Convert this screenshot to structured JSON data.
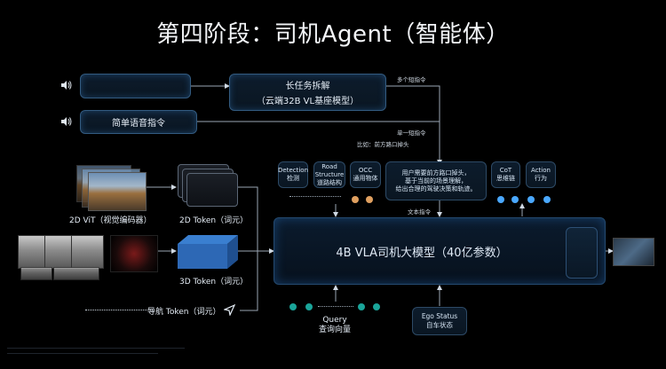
{
  "title": "第四阶段：司机Agent（智能体）",
  "long_task": {
    "line1": "长任务拆解",
    "line2": "（云端32B VL基座模型）"
  },
  "simple_voice": "简单语音指令",
  "arrow_labels": {
    "multi_short": "多个短指令",
    "single_short": "单一短指令",
    "example": "比如：前方路口掉头",
    "text_instruction": "文本指令"
  },
  "feature_boxes": [
    {
      "line1": "Detection",
      "line2": "检测"
    },
    {
      "line1": "Road",
      "line2": "Structure",
      "line3": "道路结构"
    },
    {
      "line1": "OCC",
      "line2": "通用物体"
    }
  ],
  "scene_text": {
    "line1": "用户需要前方路口掉头，",
    "line2": "基于当前的场景理解，",
    "line3": "给出合理的驾驶决策和轨迹。"
  },
  "cot": {
    "line1": "CoT",
    "line2": "思维链"
  },
  "action": {
    "line1": "Action",
    "line2": "行为"
  },
  "vit_label": "2D ViT（视觉编码器）",
  "token_2d": "2D Token（词元）",
  "token_3d": "3D Token（词元）",
  "nav_token": "导航 Token（词元）",
  "vla_model": "4B VLA司机大模型（40亿参数）",
  "query": {
    "line1": "Query",
    "line2": "查询向量"
  },
  "ego": {
    "line1": "Ego Status",
    "line2": "自车状态"
  },
  "colors": {
    "background": "#000000",
    "accent_blue": "#3aa0ff",
    "teal": "#1aa59a",
    "orange": "#e0a060",
    "border": "#2d4a66"
  },
  "icons": [
    "speaker-icon",
    "speaker-icon",
    "navigation-arrow-icon"
  ]
}
